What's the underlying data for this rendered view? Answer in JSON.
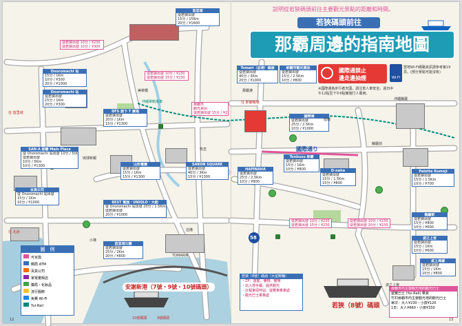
{
  "colors": {
    "road": "#ffffff",
    "road_edge": "#a8a8a8",
    "water": "#6fb6d9",
    "park": "#b5d99c",
    "blue": "#3a6fb6",
    "pink": "#e0559a"
  },
  "header": {
    "subtitle": "說明從若狹碼頭前往主要觀光景點的距離和時間。",
    "title_small": "若狹碼頭前往",
    "title_big": "那霸周邊的指南地圖",
    "no_smoking_1": "國際通禁止",
    "no_smoking_2": "邊走邊抽煙",
    "wifi_label": "Wi-Fi",
    "wifi_text": "當地Wi-Fi網路資訊請參考第19頁。(部分景點可能沒有)"
  },
  "left_boxes": [
    {
      "name": "首里城",
      "lines": [
        "從若狹出發",
        "15分 / 15Km",
        "20分 / ¥1600"
      ]
    },
    {
      "name": "Onoromachi 站",
      "lines": [
        "15分 / 1Km",
        "10分 / ¥300",
        "20分 / ¥1000"
      ]
    },
    {
      "name": "Onoromachi 站",
      "lines": [
        "從若狹出發",
        "15分 / 1Km",
        "20分 / ¥300"
      ]
    },
    {
      "name": "DFS 旗下 T 廣場",
      "lines": [
        "從若狹出發",
        "20分 / 1Km",
        "15分 / ¥1300"
      ]
    },
    {
      "name": "SAN-A 那霸 Main Place",
      "lines": [
        "從 Onoromachi 站出發 10分 / 500m",
        "從若狹出發",
        "10分 / 5Km",
        "10分 / ¥1300"
      ]
    },
    {
      "name": "山形電機",
      "lines": [
        "從若狹出發",
        "15分 / 1Km",
        "15分 / ¥1300"
      ]
    },
    {
      "name": "SAKON SQUARE",
      "lines": [
        "從若狹出發",
        "40分 / 3Km",
        "15分 / ¥1300"
      ]
    },
    {
      "name": "百貨公司",
      "lines": [
        "從 Onoromachi 站出發",
        "15分 / 1Km",
        "10分 / ¥1000"
      ]
    },
    {
      "name": "BEST 電器・UNIQLO・大創",
      "lines": [
        "從 Onoromachi 站出發 20分 / 1.5Km",
        "從若狹出發",
        "20分 / ¥1000"
      ]
    },
    {
      "name": "首里城公園",
      "lines": [
        "從若狹出發",
        "25分 / 2Km",
        "20分 / ¥800"
      ]
    }
  ],
  "left_pink": [
    {
      "lines": [
        "從若狹出發 10分 / ¥230",
        "從若狹出發 10分 / ¥300"
      ]
    },
    {
      "lines": [
        "從若狹出發 10分 / ¥230",
        "從若狹出發 15分 / ¥230"
      ]
    },
    {
      "lines": [
        "那霸市",
        "觀光資訊",
        "從若狹出發 15分 / ¥230"
      ]
    },
    {
      "lines": [
        "從若狹出發 15分 / ¥230",
        "從若狹出發 20分 / ¥230"
      ]
    }
  ],
  "right_boxes": [
    {
      "name": "Tomari（泊港）碼頭",
      "lines": [
        "從若狹出發",
        "40分 / 3Km",
        "20分 / ¥1000"
      ]
    },
    {
      "name": "那霸市觀光資訊",
      "lines": [
        "從若狹出發",
        "15分 / 2.5Km",
        "10分 / ¥800"
      ]
    },
    {
      "name": "國際通",
      "lines": [
        "從若狹出發",
        "25分 / 2.5Km",
        "10分 / ¥1000"
      ]
    },
    {
      "name": "Tenbusu 那霸",
      "lines": [
        "從若狹出發",
        "15分 / 1Km",
        "10分 / ¥800"
      ]
    },
    {
      "name": "HAPINAHA",
      "lines": [
        "從若狹出發",
        "25分 / 2.5Km",
        "10分 / ¥800"
      ]
    },
    {
      "name": "D-naha",
      "lines": [
        "從若狹出發",
        "15分 / 1.5Km",
        "15分 / ¥800"
      ]
    },
    {
      "name": "Palette Kumoji",
      "lines": [
        "從若狹出發",
        "15分 / 1.5Km",
        "10分 / ¥700"
      ]
    },
    {
      "name": "縣廳前",
      "lines": [
        "從若狹出發",
        "15分 / ¥800",
        "10分 / ¥600"
      ]
    },
    {
      "name": "波之上宮",
      "lines": [
        "從若狹出發",
        "15分 / 1Km",
        "10分 / ¥600"
      ]
    },
    {
      "name": "波上海灘",
      "lines": [
        "從若狹出發",
        "15分 / 1Km",
        "10分 / ¥800"
      ]
    }
  ],
  "right_pink": [
    {
      "lines": [
        "從若狹出發 10分 / ¥230",
        "從若狹出發 15分 / ¥230"
      ]
    },
    {
      "lines": [
        "從若狹出發 10分 / ¥230",
        "從若狹出發 20分 / ¥230"
      ]
    }
  ],
  "right_note": "※國際通為步行者天國，請注意人車安全。週日中午12點至下午6點實施行人專用。",
  "terminal_info": {
    "title": "若狹（8號）碼頭（大型郵輪）",
    "lines": [
      "・ZP：遊客、購物、機場",
      "・出入境手續、提供觀光",
      "・計程車招呼站、遊覽車乘車處",
      "・觀光巴士乘車處"
    ]
  },
  "fare_box": {
    "title": "那霸市內主要觀光地的觀光巴士",
    "lines": [
      "遊覽巴士 (Yui Rail) 車資",
      "竹村那霸市內主要觀光地的觀光巴士",
      "單次：大人¥230・小孩¥120",
      "1日：大人¥660・小孩¥330"
    ]
  },
  "labels": {
    "naha_port": "那霸港",
    "kokusai": "國際通り",
    "route58": "58",
    "tomarin": "TOMARIN",
    "okinawa_pref": "沖繩縣廳",
    "naha_east": "往 首里城",
    "naha_north": "往 北谷",
    "naha_airport": "往 那霸機場",
    "yui_rail": "沖繩單軌電車",
    "new_port": "安謝新港（7號・9號・10號碼頭）",
    "wakasa_berth": "若狹（8號）碼頭",
    "berth10": "10號碼頭",
    "berth9": "9號碼頭",
    "asahibashi": "旭橋",
    "kenchomae": "縣廳前",
    "miebashi": "美榮橋",
    "makishi": "牧志",
    "oroku": "小祿",
    "ryukyu": "琉球新報",
    "naminoue": "波之上宮",
    "tomari": "泊港",
    "page_left": "12",
    "page_right": "13"
  },
  "legend": {
    "title": "圖　例",
    "items": [
      "可兌換",
      "郵局 ATM",
      "百貨公司",
      "家電量販店",
      "藥局・化妝品",
      "流行服飾",
      "免費 Wi-Fi",
      "Yui-Rail"
    ],
    "colors": [
      "#e0559a",
      "#3a6fb6",
      "#ef6c00",
      "#8e24aa",
      "#43a047",
      "#fbc02d",
      "#1e88e5",
      "#00897b"
    ]
  }
}
